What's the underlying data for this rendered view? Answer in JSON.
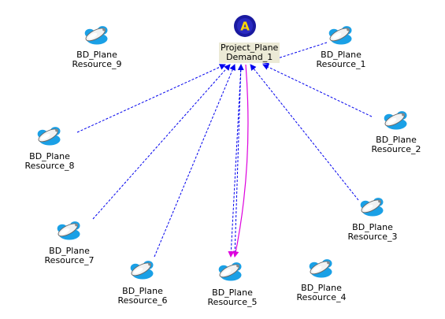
{
  "demand": {
    "badge_letter": "A",
    "line1": "Project_Plane",
    "line2": "Demand_1"
  },
  "resources": [
    {
      "id": "r9",
      "line1": "BD_Plane",
      "line2": "Resource_9"
    },
    {
      "id": "r1",
      "line1": "BD_Plane",
      "line2": "Resource_1"
    },
    {
      "id": "r8",
      "line1": "BD_Plane",
      "line2": "Resource_8"
    },
    {
      "id": "r2",
      "line1": "BD_Plane",
      "line2": "Resource_2"
    },
    {
      "id": "r3",
      "line1": "BD_Plane",
      "line2": "Resource_3"
    },
    {
      "id": "r7",
      "line1": "BD_Plane",
      "line2": "Resource_7"
    },
    {
      "id": "r6",
      "line1": "BD_Plane",
      "line2": "Resource_6"
    },
    {
      "id": "r5",
      "line1": "BD_Plane",
      "line2": "Resource_5"
    },
    {
      "id": "r4",
      "line1": "BD_Plane",
      "line2": "Resource_4"
    }
  ],
  "colors": {
    "dashed_edge": "#0000ee",
    "solid_edge": "#dd00dd",
    "icon_blob": "#1aa0e6",
    "badge_fill": "#1a1aa0",
    "badge_letter": "#ffd800"
  }
}
